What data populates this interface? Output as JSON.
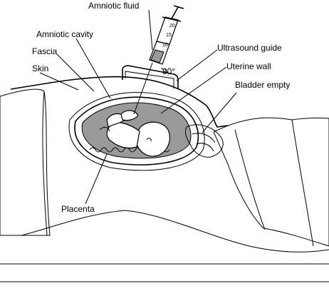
{
  "labels": {
    "amniotic_fluid": "Amniotic fluid",
    "amniotic_cavity": "Amniotic cavity",
    "fascia": "Fascia",
    "skin": "Skin",
    "ultrasound_guide": "Ultrasound guide",
    "uterine_wall": "Uterine wall",
    "bladder_empty": "Bladder empty",
    "placenta": "Placenta",
    "angle": "90°"
  },
  "syringe_scale": [
    "20",
    "15",
    "10"
  ],
  "icons": {
    "syringe": "syringe-icon",
    "ultrasound_probe": "ultrasound-probe-icon",
    "fetus": "fetus-icon"
  },
  "colors": {
    "fluid_gray": "#9a9a9a",
    "drape_white": "#ffffff",
    "line_black": "#000000"
  }
}
